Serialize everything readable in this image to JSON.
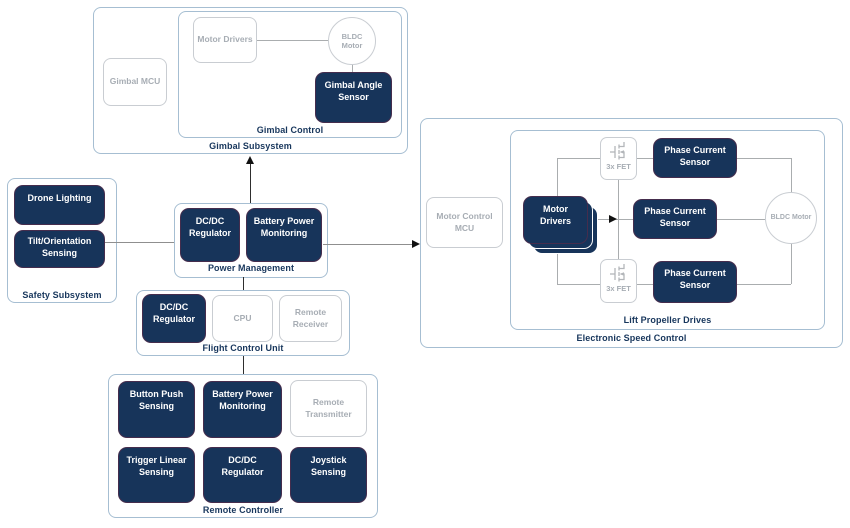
{
  "colors": {
    "navy": "#17345a",
    "container_border": "#a6bed2",
    "gray_component_border": "#c9cdd2",
    "gray_text": "#a7adb4",
    "label_text": "#17365c",
    "line_gray": "#aaadaf",
    "line_dark": "#2e2e2e"
  },
  "gimbal": {
    "label": "Gimbal Subsystem",
    "mcu": "Gimbal MCU",
    "control": {
      "label": "Gimbal Control",
      "motor_drivers": "Motor Drivers",
      "bldc_motor": "BLDC Motor",
      "angle_sensor": "Gimbal Angle Sensor"
    }
  },
  "safety": {
    "label": "Safety Subsystem",
    "drone_lighting": "Drone Lighting",
    "tilt_orientation": "Tilt/Orientation Sensing"
  },
  "power": {
    "label": "Power Management",
    "dcdc": "DC/DC Regulator",
    "battery": "Battery Power Monitoring"
  },
  "fcu": {
    "label": "Flight Control Unit",
    "dcdc": "DC/DC Regulator",
    "cpu": "CPU",
    "remote_receiver": "Remote Receiver"
  },
  "remote": {
    "label": "Remote Controller",
    "button_push": "Button Push Sensing",
    "battery": "Battery Power Monitoring",
    "transmitter": "Remote Transmitter",
    "trigger": "Trigger Linear Sensing",
    "dcdc": "DC/DC Regulator",
    "joystick": "Joystick Sensing"
  },
  "esc": {
    "label": "Electronic Speed Control",
    "mcu": "Motor Control MCU",
    "lift": {
      "label": "Lift Propeller Drives",
      "motor_drivers": "Motor Drivers",
      "fet": "3x FET",
      "phase_top": "Phase Current Sensor",
      "phase_mid": "Phase Current Sensor",
      "phase_bottom": "Phase Current Sensor",
      "bldc": "BLDC Motor"
    }
  }
}
